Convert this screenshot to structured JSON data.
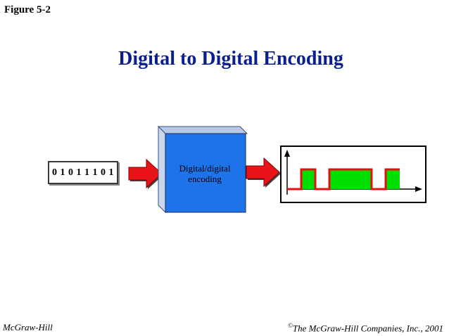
{
  "figure_label": "Figure 5-2",
  "title": "Digital to Digital Encoding",
  "bit_sequence": "0 1 0 1 1 1 0 1",
  "encoder": {
    "label_line1": "Digital/digital",
    "label_line2": "encoding",
    "color": "#1e73e8"
  },
  "signal": {
    "levels": [
      0,
      1,
      0,
      1,
      1,
      1,
      0,
      1
    ],
    "line_color": "#e01010",
    "fill_color": "#00dd00"
  },
  "footer": {
    "left": "McGraw-Hill",
    "copyright_symbol": "©",
    "right": "The McGraw-Hill Companies, Inc., 2001"
  }
}
